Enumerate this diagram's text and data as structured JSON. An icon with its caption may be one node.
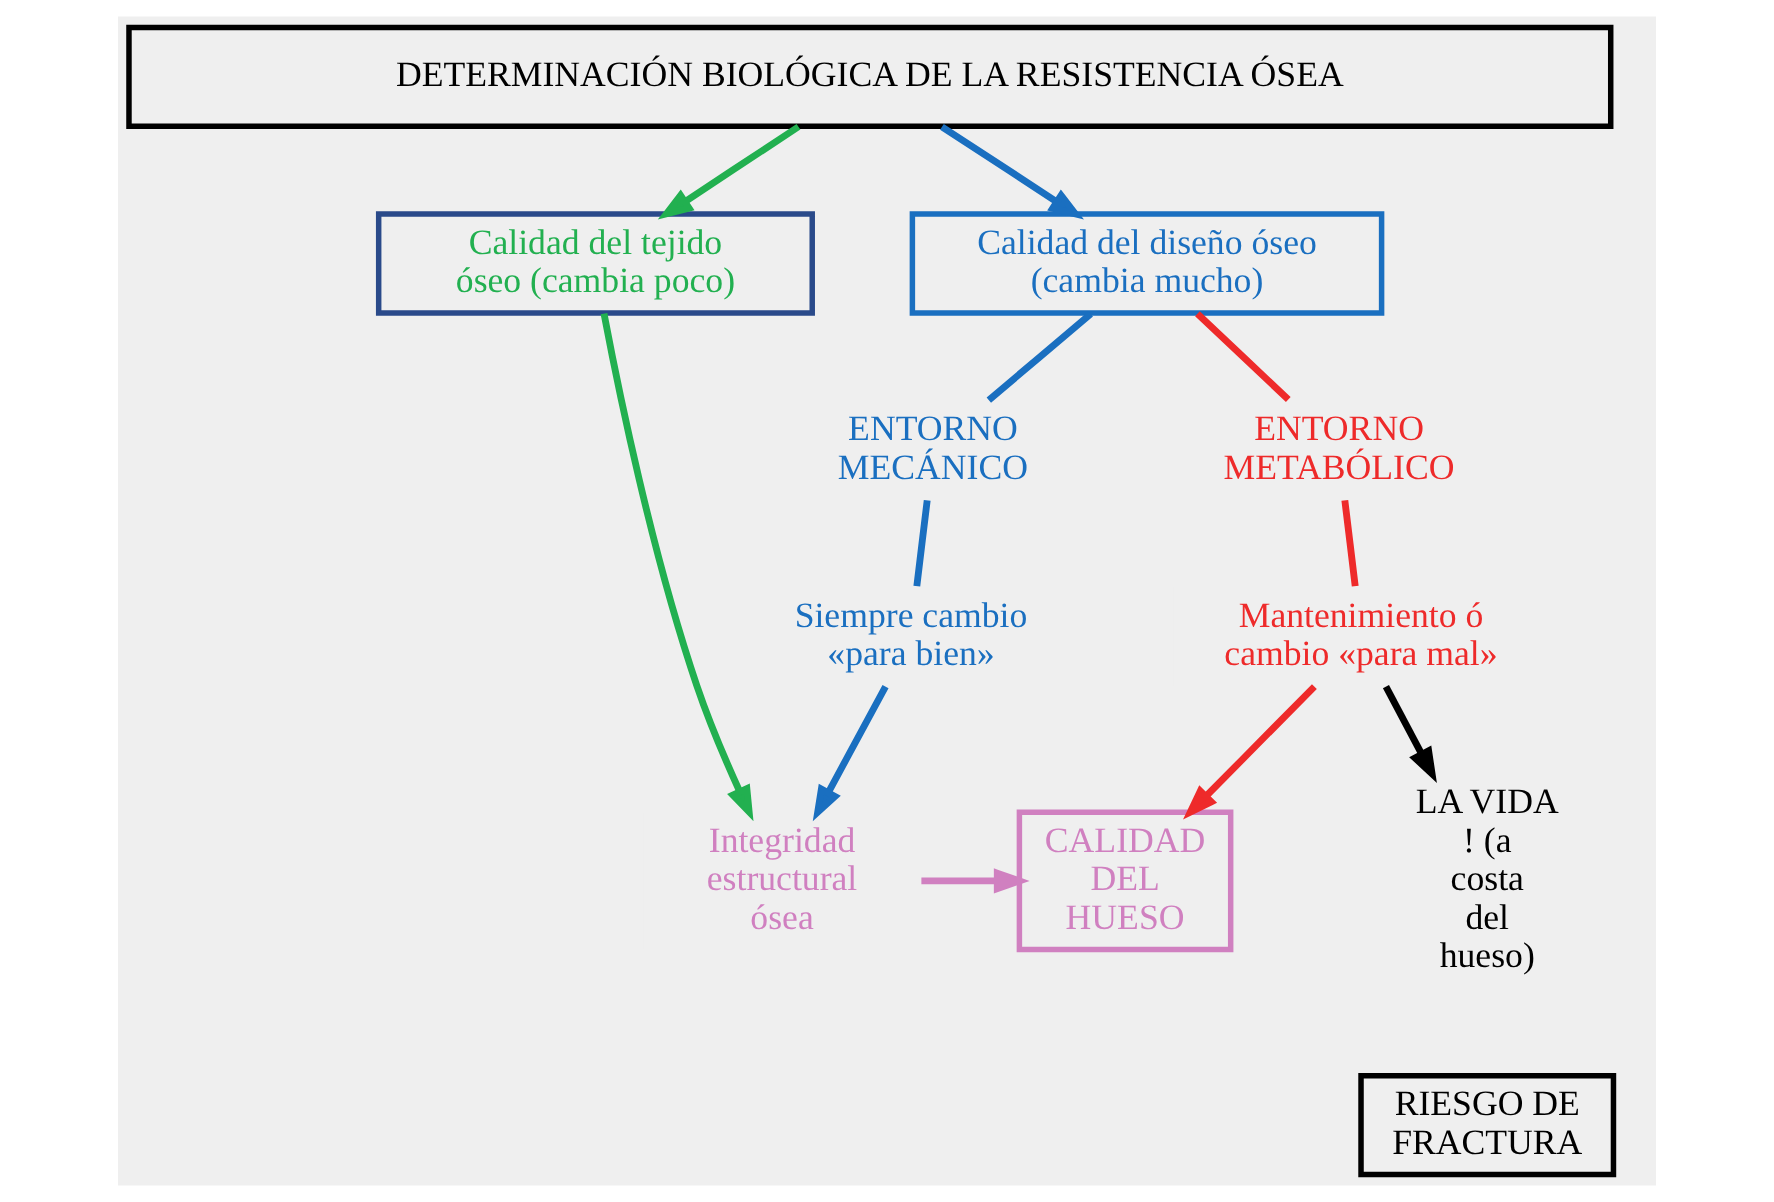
{
  "diagram": {
    "nodes": [
      {
        "text": [
          "DETERMINACIÓN BIOLÓGICA DE LA RESISTENCIA ÓSEA"
        ]
      },
      {
        "text": [
          "Calidad del tejido óseo (cambia poco)"
        ]
      },
      {
        "text": [
          "Calidad del diseño óseo (cambia mucho)"
        ]
      },
      {
        "text": [
          "ENTORNO MECÁNICO"
        ]
      },
      {
        "text": [
          "Siempre cambio «para bien»"
        ]
      },
      {
        "text": [
          "ENTORNO METABÓLICO"
        ]
      },
      {
        "text": [
          "Mantenimiento ó cambio «para mal»"
        ]
      },
      {
        "text": [
          "Integridad estructural ósea"
        ]
      },
      {
        "text": [
          "CALIDAD DEL HUESO"
        ]
      },
      {
        "text": [
          "LA VIDA ! (a costa del hueso)"
        ]
      },
      {
        "text": [
          "RIESGO DE FRACTURA"
        ]
      }
    ],
    "edges": [
      {
        "from": 0,
        "to": 1,
        "arrow": "to",
        "color": "#22b050"
      },
      {
        "from": 0,
        "to": 2,
        "arrow": "to",
        "color": "#1a6fc0"
      },
      {
        "from": 2,
        "to": 3,
        "arrow": "none",
        "color": "#1a6fc0"
      },
      {
        "from": 3,
        "to": 4,
        "arrow": "none",
        "color": "#1a6fc0"
      },
      {
        "from": 4,
        "to": 7,
        "arrow": "to",
        "color": "#1a6fc0"
      },
      {
        "from": 2,
        "to": 5,
        "arrow": "none",
        "color": "#ee2a2a"
      },
      {
        "from": 5,
        "to": 6,
        "arrow": "none",
        "color": "#ee2a2a"
      },
      {
        "from": 6,
        "to": 8,
        "arrow": "to",
        "color": "#ee2a2a"
      },
      {
        "from": 6,
        "to": 9,
        "arrow": "to",
        "color": "#000000"
      },
      {
        "from": 1,
        "to": 7,
        "arrow": "to",
        "color": "#22b050"
      },
      {
        "from": 7,
        "to": 8,
        "arrow": "to",
        "color": "#d080c0"
      }
    ]
  }
}
